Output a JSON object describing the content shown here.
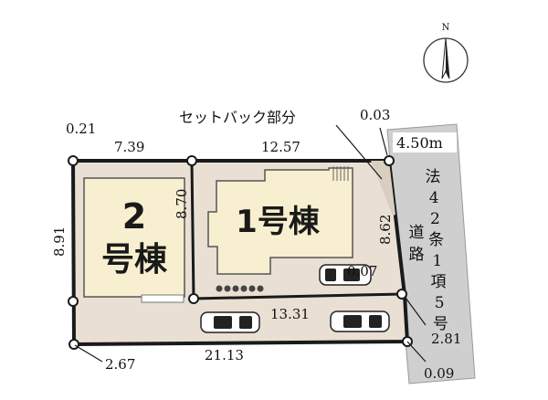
{
  "setback_label": "セットバック部分",
  "road_width": "4.50m",
  "road_label": "法42条1項5号",
  "building_1": "1号棟",
  "building_2_number": "2",
  "building_2_suffix": "号棟",
  "compass_label": "N",
  "dimensions": {
    "d_0_21": "0.21",
    "d_7_39": "7.39",
    "d_12_57": "12.57",
    "d_0_03": "0.03",
    "d_8_70": "8.70",
    "d_8_91": "8.91",
    "d_8_62": "8.62",
    "d_0_07": "0.07",
    "d_13_31": "13.31",
    "d_2_81": "2.81",
    "d_2_67": "2.67",
    "d_21_13": "21.13",
    "d_0_09": "0.09"
  },
  "colors": {
    "lot_fill": "#e9dfd3",
    "building_2_fill": "#f7efcf",
    "building_1_fill": "#f7efcf",
    "road_fill": "#cfcfcf",
    "line": "#1a1a1a"
  }
}
